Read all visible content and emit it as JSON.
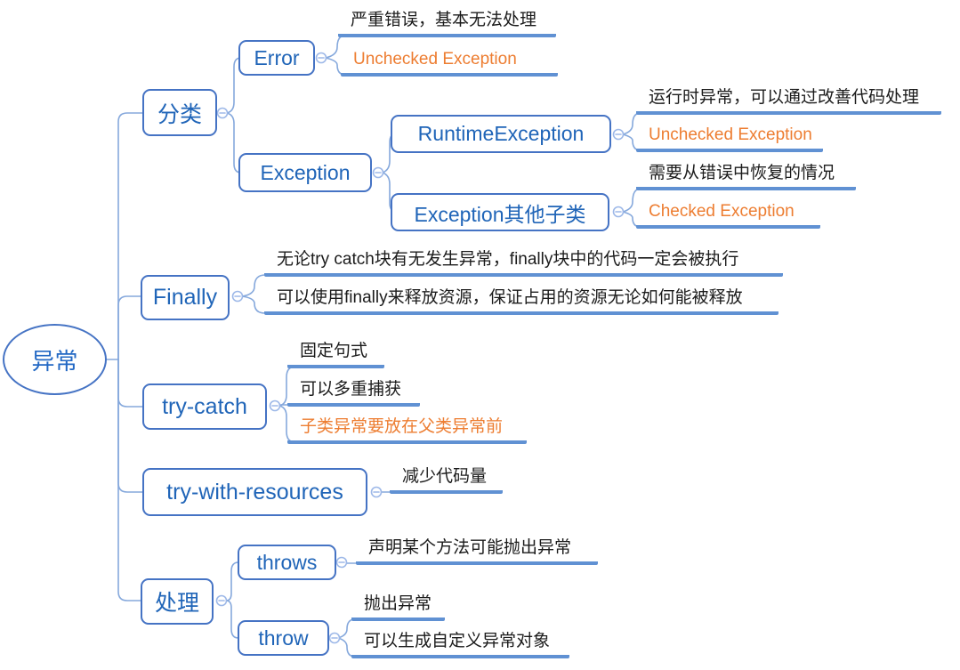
{
  "root": {
    "label": "异常"
  },
  "colors": {
    "box_border_blue": "#4573C4",
    "node_text_blue": "#2065B8",
    "underline_blue": "#6091D3",
    "branch_line_blue": "#85A8DC",
    "accent_orange": "#ED7D31",
    "plain_text": "#1b1b1b"
  },
  "classify": {
    "label": "分类",
    "error": {
      "label": "Error",
      "desc": "严重错误，基本无法处理",
      "type": "Unchecked Exception"
    },
    "exception": {
      "label": "Exception",
      "runtime": {
        "label": "RuntimeException",
        "desc": "运行时异常，可以通过改善代码处理",
        "type": "Unchecked Exception"
      },
      "other": {
        "label": "Exception其他子类",
        "desc": "需要从错误中恢复的情况",
        "type": "Checked Exception"
      }
    }
  },
  "finally": {
    "label": "Finally",
    "points": [
      "无论try catch块有无发生异常，finally块中的代码一定会被执行",
      "可以使用finally来释放资源，保证占用的资源无论如何能被释放"
    ]
  },
  "try_catch": {
    "label": "try-catch",
    "points": [
      "固定句式",
      "可以多重捕获",
      "子类异常要放在父类异常前"
    ]
  },
  "try_with": {
    "label": "try-with-resources",
    "points": [
      "减少代码量"
    ]
  },
  "handle": {
    "label": "处理",
    "throws": {
      "label": "throws",
      "points": [
        "声明某个方法可能抛出异常"
      ]
    },
    "throw": {
      "label": "throw",
      "points": [
        "抛出异常",
        "可以生成自定义异常对象"
      ]
    }
  }
}
